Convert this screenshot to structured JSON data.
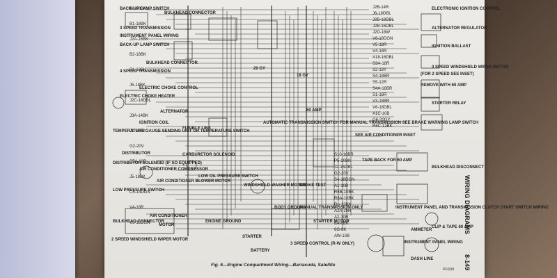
{
  "page": {
    "caption": "Fig. 6—Engine Compartment Wiring—Barracuda, Satellite",
    "side_title": "WIRING DIAGRAMS",
    "page_number": "8-149",
    "part_number": "PF699"
  },
  "left_labels": [
    "BACK-UP LAMP SWITCH",
    "3 SPEED TRANSMISSION",
    "INSTRUMENT PANEL WIRING",
    "BACK-UP LAMP SWITCH",
    "BULKHEAD CONNECTOR",
    "4 SPEED TRANSMISSION",
    "ELECTRIC CHOKE HEATER",
    "ELECTRIC CHOKE CONTROL",
    "ALTERNATOR",
    "IGNITION COIL",
    "TEMPERATURE GAUGE SENDING UNIT OR TEMPERATURE SWITCH",
    "DISTRIBUTOR",
    "DISTRIBUTOR SOLENOID (IF SO EQUIPPED)",
    "AIR CONDITIONER COMPRESSOR",
    "AIR CONDITIONER BLOWER MOTOR",
    "LOW PRESSURE SWITCH",
    "AIR CONDITIONER",
    "BULKHEAD CONNECTOR",
    "MOTOR",
    "2 SPEED WINDSHIELD WIPER MOTOR"
  ],
  "center_labels": [
    "BULKHEAD CONNECTOR",
    "FUSIBLE LINK",
    "CARBURETOR SOLENOID",
    "LOW OIL PRESSURE SWITCH",
    "ENGINE GROUND",
    "STARTER",
    "BATTERY",
    "AUTOMATIC TRANSMISSION SWITCH FOR MANUAL TRANSMISSION SEE BRAKE WARNING LAMP SWITCH",
    "WINDSHIELD WASHER MOTOR",
    "BRAKE TEST",
    "BODY GROUND",
    "MANUAL TRANSMISSION ONLY",
    "STARTER MOTOR",
    "3 SPEED CONTROL (R-W ONLY)",
    "60 AMP",
    "20 GY",
    "18 GY"
  ],
  "right_labels": [
    "ELECTRONIC IGNITION CONTROL",
    "ALTERNATOR REGULATOR",
    "IGNITION BALLAST",
    "3 SPEED WINDSHIELD WIPER MOTOR",
    "(FOR 2 SPEED SEE INSET)",
    "REMOVE WITH 60 AMP",
    "STARTER RELAY",
    "SEE AIR CONDITIONER INSET",
    "TAPE BACK FOR 60 AMP",
    "BULKHEAD DISCONNECT",
    "INSTRUMENT PANEL AND TRANSMISSION CLUTCH START SWITCH WIRING",
    "AMMETER",
    "CLIP & TAPE 60 AMP",
    "INSTRUMENT PANEL WIRING",
    "DASH LINE"
  ],
  "wire_codes": [
    "B2-18BK",
    "B1-18BK",
    "J2A-16BK",
    "B2-18BK",
    "B1-18BK",
    "J5-18BK",
    "J2C-18DBL",
    "J3A-14BK",
    "J1-16BK",
    "G2-20V",
    "S5A-18B",
    "J5-18BK",
    "C5-14DGN",
    "V4-18R",
    "V3-18DGN",
    "J2B-14R",
    "J6-18DBL",
    "J2B-18DBL",
    "J2B-16DBL",
    "J2D-18W",
    "V6-18DGN",
    "V5-18R",
    "V4-18R",
    "A18-16DBL",
    "S3A-18R",
    "S2-18Y",
    "S4-18BR",
    "S5-12R",
    "S4A-18BR",
    "S1-18R",
    "V3-18BR",
    "V6-18DBL",
    "A1C-10B",
    "G6-20GY",
    "R6C-12BK",
    "S10-18BR",
    "P5-20BK",
    "J2-16DBL",
    "G2-20V",
    "S4-18DGN",
    "A1-10B",
    "R6B-10BK",
    "R6A-10BK",
    "R6-12BK",
    "A2A-10R",
    "A2-10R",
    "6A-6BK",
    "6G-8K",
    "AW-10B"
  ]
}
